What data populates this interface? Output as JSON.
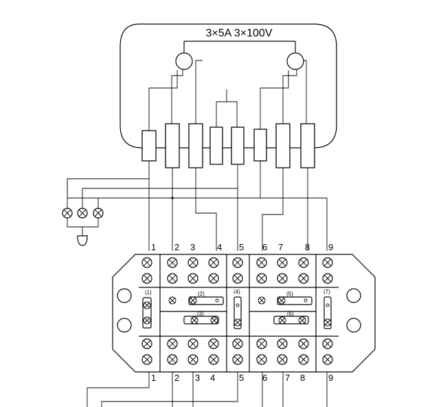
{
  "meter": {
    "rating_label": "3×5A  3×100V"
  },
  "terminal_numbers_top": [
    "1",
    "2",
    "3",
    "4",
    "5",
    "6",
    "7",
    "8",
    "9"
  ],
  "terminal_numbers_bottom": [
    "1",
    "2",
    "3",
    "4",
    "5",
    "6",
    "7",
    "8",
    "9"
  ],
  "links": {
    "l1": "(1)",
    "l2": "(2)",
    "l3": "(3)",
    "l4": "(4)",
    "l5": "(5)",
    "l6": "(6)",
    "l7": "(7)"
  },
  "lamps": [
    "lamp-1",
    "lamp-2",
    "lamp-3"
  ]
}
